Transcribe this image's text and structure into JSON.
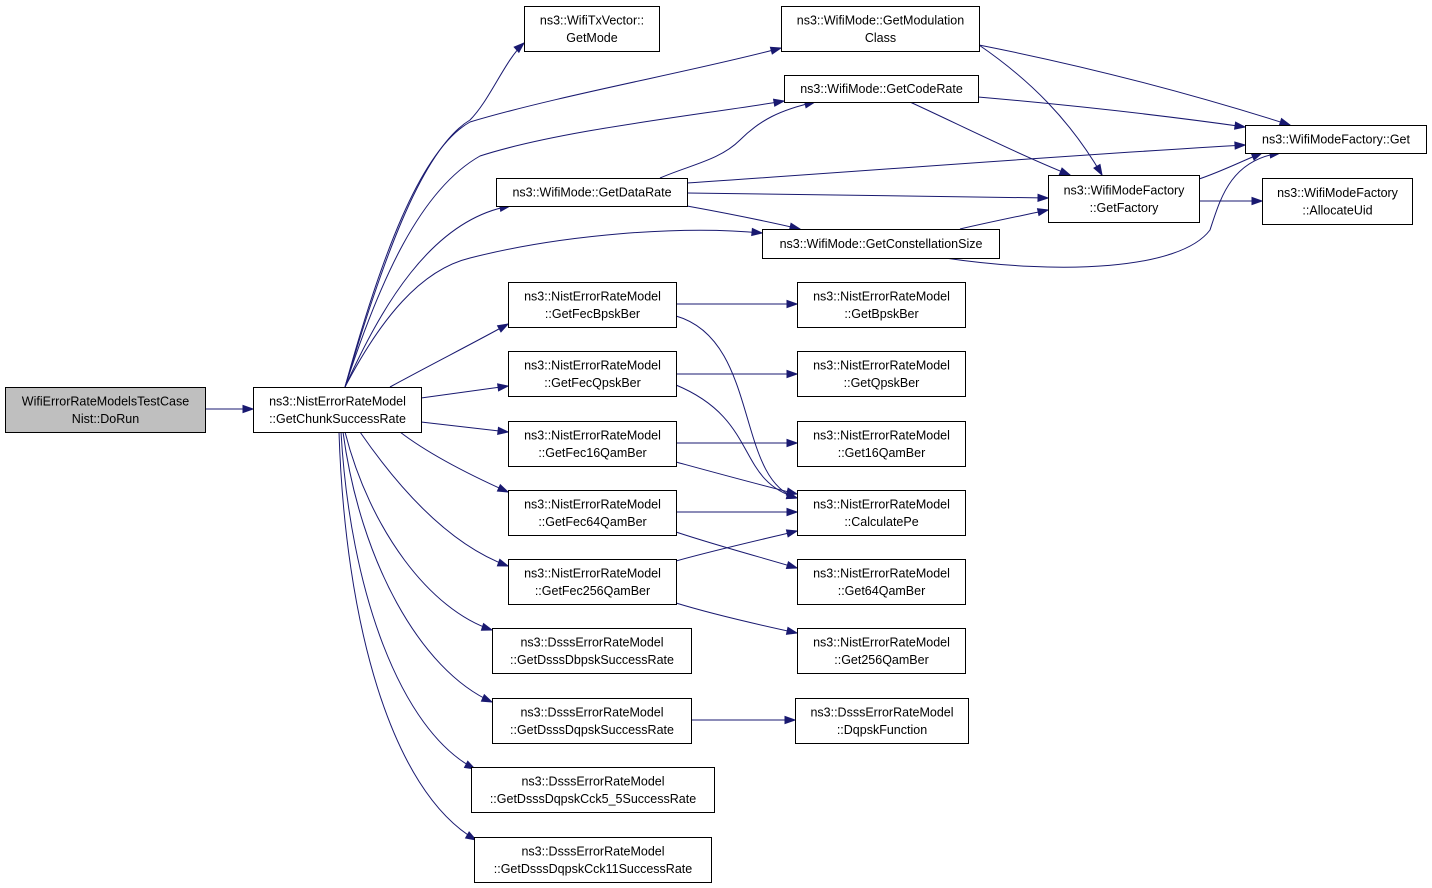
{
  "nodes": [
    {
      "id": "dorun",
      "lines": [
        "WifiErrorRateModelsTestCase",
        "Nist::DoRun"
      ]
    },
    {
      "id": "chunk",
      "lines": [
        "ns3::NistErrorRateModel",
        "::GetChunkSuccessRate"
      ]
    },
    {
      "id": "txmode",
      "lines": [
        "ns3::WifiTxVector::",
        "GetMode"
      ]
    },
    {
      "id": "modclass",
      "lines": [
        "ns3::WifiMode::GetModulation",
        "Class"
      ]
    },
    {
      "id": "coderate",
      "lines": [
        "ns3::WifiMode::GetCodeRate"
      ]
    },
    {
      "id": "datarate",
      "lines": [
        "ns3::WifiMode::GetDataRate"
      ]
    },
    {
      "id": "constsize",
      "lines": [
        "ns3::WifiMode::GetConstellationSize"
      ]
    },
    {
      "id": "mfget",
      "lines": [
        "ns3::WifiModeFactory::Get"
      ]
    },
    {
      "id": "mffactory",
      "lines": [
        "ns3::WifiModeFactory",
        "::GetFactory"
      ]
    },
    {
      "id": "mfalloc",
      "lines": [
        "ns3::WifiModeFactory",
        "::AllocateUid"
      ]
    },
    {
      "id": "fecbpsk",
      "lines": [
        "ns3::NistErrorRateModel",
        "::GetFecBpskBer"
      ]
    },
    {
      "id": "fecqpsk",
      "lines": [
        "ns3::NistErrorRateModel",
        "::GetFecQpskBer"
      ]
    },
    {
      "id": "fec16",
      "lines": [
        "ns3::NistErrorRateModel",
        "::GetFec16QamBer"
      ]
    },
    {
      "id": "fec64",
      "lines": [
        "ns3::NistErrorRateModel",
        "::GetFec64QamBer"
      ]
    },
    {
      "id": "fec256",
      "lines": [
        "ns3::NistErrorRateModel",
        "::GetFec256QamBer"
      ]
    },
    {
      "id": "bpsk",
      "lines": [
        "ns3::NistErrorRateModel",
        "::GetBpskBer"
      ]
    },
    {
      "id": "qpsk",
      "lines": [
        "ns3::NistErrorRateModel",
        "::GetQpskBer"
      ]
    },
    {
      "id": "q16",
      "lines": [
        "ns3::NistErrorRateModel",
        "::Get16QamBer"
      ]
    },
    {
      "id": "calcpe",
      "lines": [
        "ns3::NistErrorRateModel",
        "::CalculatePe"
      ]
    },
    {
      "id": "q64",
      "lines": [
        "ns3::NistErrorRateModel",
        "::Get64QamBer"
      ]
    },
    {
      "id": "q256",
      "lines": [
        "ns3::NistErrorRateModel",
        "::Get256QamBer"
      ]
    },
    {
      "id": "dbpsk",
      "lines": [
        "ns3::DsssErrorRateModel",
        "::GetDsssDbpskSuccessRate"
      ]
    },
    {
      "id": "dqpsk",
      "lines": [
        "ns3::DsssErrorRateModel",
        "::GetDsssDqpskSuccessRate"
      ]
    },
    {
      "id": "dqpskfn",
      "lines": [
        "ns3::DsssErrorRateModel",
        "::DqpskFunction"
      ]
    },
    {
      "id": "cck55",
      "lines": [
        "ns3::DsssErrorRateModel",
        "::GetDsssDqpskCck5_5SuccessRate"
      ]
    },
    {
      "id": "cck11",
      "lines": [
        "ns3::DsssErrorRateModel",
        "::GetDsssDqpskCck11SuccessRate"
      ]
    }
  ],
  "edges": [
    [
      "dorun",
      "chunk"
    ],
    [
      "chunk",
      "txmode"
    ],
    [
      "chunk",
      "modclass"
    ],
    [
      "chunk",
      "coderate"
    ],
    [
      "chunk",
      "datarate"
    ],
    [
      "chunk",
      "constsize"
    ],
    [
      "chunk",
      "fecbpsk"
    ],
    [
      "chunk",
      "fecqpsk"
    ],
    [
      "chunk",
      "fec16"
    ],
    [
      "chunk",
      "fec64"
    ],
    [
      "chunk",
      "fec256"
    ],
    [
      "chunk",
      "dbpsk"
    ],
    [
      "chunk",
      "dqpsk"
    ],
    [
      "chunk",
      "cck55"
    ],
    [
      "chunk",
      "cck11"
    ],
    [
      "modclass",
      "mfget"
    ],
    [
      "modclass",
      "mffactory"
    ],
    [
      "coderate",
      "mfget"
    ],
    [
      "coderate",
      "mffactory"
    ],
    [
      "datarate",
      "coderate"
    ],
    [
      "datarate",
      "mfget"
    ],
    [
      "datarate",
      "mffactory"
    ],
    [
      "datarate",
      "constsize"
    ],
    [
      "constsize",
      "mffactory"
    ],
    [
      "constsize",
      "mfget"
    ],
    [
      "mffactory",
      "mfget"
    ],
    [
      "mffactory",
      "mfalloc"
    ],
    [
      "fecbpsk",
      "bpsk"
    ],
    [
      "fecbpsk",
      "calcpe"
    ],
    [
      "fecqpsk",
      "qpsk"
    ],
    [
      "fecqpsk",
      "calcpe"
    ],
    [
      "fec16",
      "q16"
    ],
    [
      "fec16",
      "calcpe"
    ],
    [
      "fec64",
      "calcpe"
    ],
    [
      "fec64",
      "q64"
    ],
    [
      "fec256",
      "calcpe"
    ],
    [
      "fec256",
      "q256"
    ],
    [
      "dqpsk",
      "dqpskfn"
    ]
  ],
  "colors": {
    "edge": "#191970",
    "root_fill": "#bfbfbf",
    "node_border": "#000000"
  }
}
